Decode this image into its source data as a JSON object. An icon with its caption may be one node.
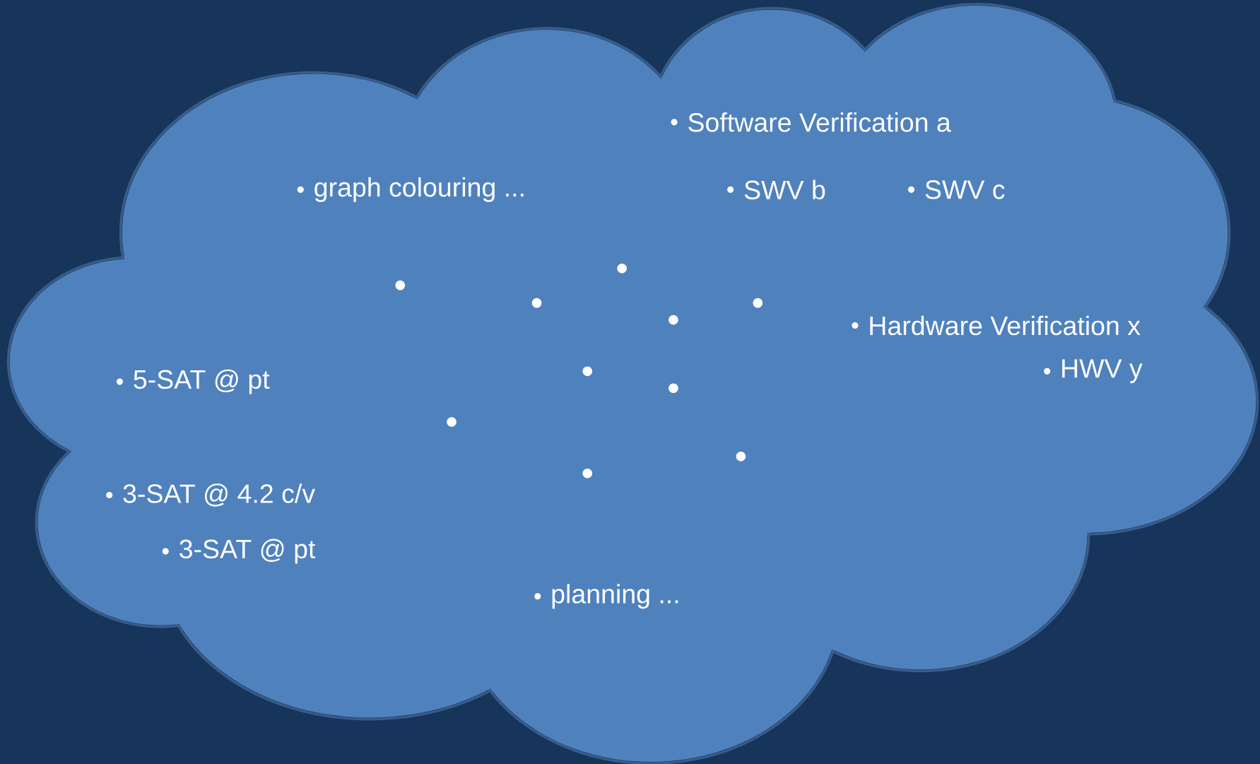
{
  "diagram": {
    "nodes": [
      {
        "text": [
          "graph colouring ...",
          "Software Verification a",
          "SWV b",
          "SWV c",
          "Hardware Verification x",
          "HWV y",
          "5-SAT @ pt",
          "3-SAT @ 4.2 c/v",
          "3-SAT @ pt",
          "planning ..."
        ]
      }
    ]
  }
}
